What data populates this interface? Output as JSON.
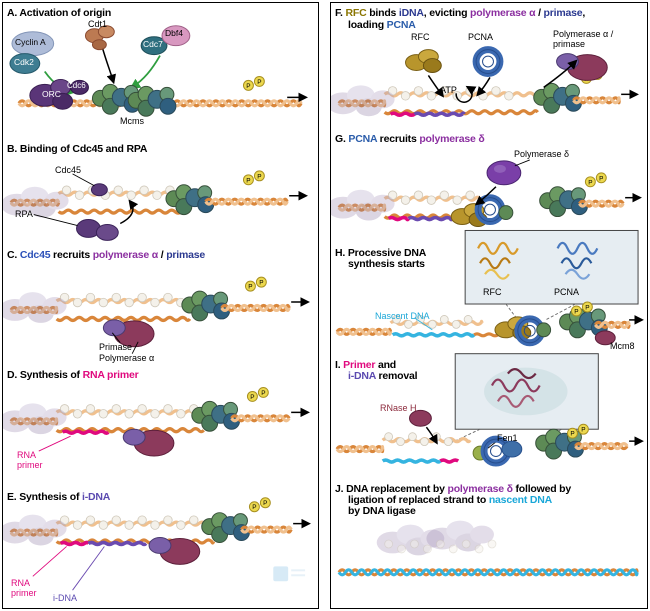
{
  "colors": {
    "magenta": "#e0097e",
    "idna": "#5b4ab0",
    "cyan": "#1aa7d8",
    "rnaseh": "#8c2a3c",
    "white": "#ffffff",
    "black": "#000000"
  },
  "phosphate": "P",
  "left": {
    "A": {
      "title": [
        {
          "t": "A. Activation of origin"
        }
      ],
      "labels": {
        "cyclin_a": "Cyclin A",
        "cdk2": "Cdk2",
        "cdt1": "Cdt1",
        "cdc7": "Cdc7",
        "dbf4": "Dbf4",
        "orc": "ORC",
        "cdc6": "Cdc6",
        "mcms": "Mcms"
      }
    },
    "B": {
      "title": [
        {
          "t": "B. Binding of Cdc45 and RPA"
        }
      ],
      "labels": {
        "cdc45": "Cdc45",
        "rpa": "RPA"
      }
    },
    "C": {
      "title": [
        {
          "t": "C. "
        },
        {
          "t": "Cdc45",
          "c": "#2b50b8"
        },
        {
          "t": " recruits "
        },
        {
          "t": "polymerase α",
          "c": "#8b2fa0"
        },
        {
          "t": " / "
        },
        {
          "t": "primase",
          "c": "#2b3990"
        }
      ],
      "labels": {
        "primase": "Primase",
        "pol_alpha": "Polymerase α"
      }
    },
    "D": {
      "title": [
        {
          "t": "D. Synthesis of "
        },
        {
          "t": "RNA primer",
          "c": "#e0097e"
        }
      ],
      "labels": {
        "rna_primer": "RNA primer"
      }
    },
    "E": {
      "title": [
        {
          "t": "E. Synthesis of "
        },
        {
          "t": "i-DNA",
          "c": "#5b4ab0"
        }
      ],
      "labels": {
        "rna_primer": "RNA primer",
        "idna": "i-DNA"
      }
    }
  },
  "right": {
    "F": {
      "title1": [
        {
          "t": "F. "
        },
        {
          "t": "RFC",
          "c": "#8a7500"
        },
        {
          "t": " binds "
        },
        {
          "t": "iDNA",
          "c": "#2b3990"
        },
        {
          "t": ", evicting "
        },
        {
          "t": "polymerase α",
          "c": "#8b2fa0"
        },
        {
          "t": " / "
        },
        {
          "t": "primase",
          "c": "#2b3990"
        },
        {
          "t": ","
        }
      ],
      "title2": [
        {
          "t": "loading "
        },
        {
          "t": "PCNA",
          "c": "#2a5caa"
        }
      ],
      "labels": {
        "rfc": "RFC",
        "pcna": "PCNA",
        "pol_primase": "Polymerase α / primase",
        "atp": "ATP"
      }
    },
    "G": {
      "title": [
        {
          "t": "G. "
        },
        {
          "t": "PCNA",
          "c": "#2a5caa"
        },
        {
          "t": " recruits "
        },
        {
          "t": "polymerase δ",
          "c": "#8b2fa0"
        }
      ],
      "labels": {
        "pol_delta": "Polymerase δ"
      }
    },
    "H": {
      "title1": [
        {
          "t": "H. Processive DNA"
        }
      ],
      "title2": [
        {
          "t": "synthesis starts"
        }
      ],
      "labels": {
        "rfc": "RFC",
        "pcna": "PCNA",
        "nascent_dna": "Nascent DNA",
        "mcm8": "Mcm8"
      }
    },
    "I": {
      "title1": [
        {
          "t": "I. "
        },
        {
          "t": "Primer",
          "c": "#e0097e"
        },
        {
          "t": " and"
        }
      ],
      "title2": [
        {
          "t": "i-DNA",
          "c": "#5b4ab0"
        },
        {
          "t": " removal"
        }
      ],
      "labels": {
        "rnase_h": "RNase H",
        "fen1": "Fen1"
      }
    },
    "J": {
      "title1": [
        {
          "t": "J. DNA replacement by "
        },
        {
          "t": "polymerase δ",
          "c": "#8b2fa0"
        },
        {
          "t": " followed by"
        }
      ],
      "title2": [
        {
          "t": "ligation of replaced strand to "
        },
        {
          "t": "nascent DNA",
          "c": "#1aa7d8"
        }
      ],
      "title3": [
        {
          "t": "by DNA ligase"
        }
      ]
    }
  }
}
